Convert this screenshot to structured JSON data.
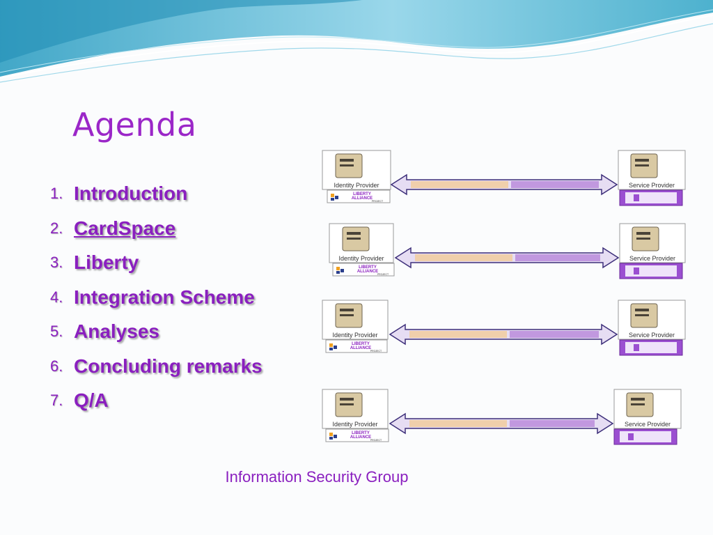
{
  "slide": {
    "title": "Agenda",
    "footer": "Information Security Group",
    "items": [
      {
        "number": "1.",
        "label": "Introduction"
      },
      {
        "number": "2.",
        "label": "CardSpace"
      },
      {
        "number": "3.",
        "label": "Liberty"
      },
      {
        "number": "4.",
        "label": "Integration Scheme"
      },
      {
        "number": "5.",
        "label": "Analyses"
      },
      {
        "number": "6.",
        "label": "Concluding remarks"
      },
      {
        "number": "7.",
        "label": "Q/A"
      }
    ]
  },
  "diagram": {
    "identity_provider_label": "Identity Provider",
    "service_provider_label": "Service Provider",
    "liberty_logo_line1": "LIBERTY",
    "liberty_logo_line2": "ALLIANCE",
    "liberty_logo_line3": "PROJECT"
  },
  "colors": {
    "accent": "#8a1fbf",
    "title": "#9b27c8",
    "wave": "#3aa9c9"
  }
}
